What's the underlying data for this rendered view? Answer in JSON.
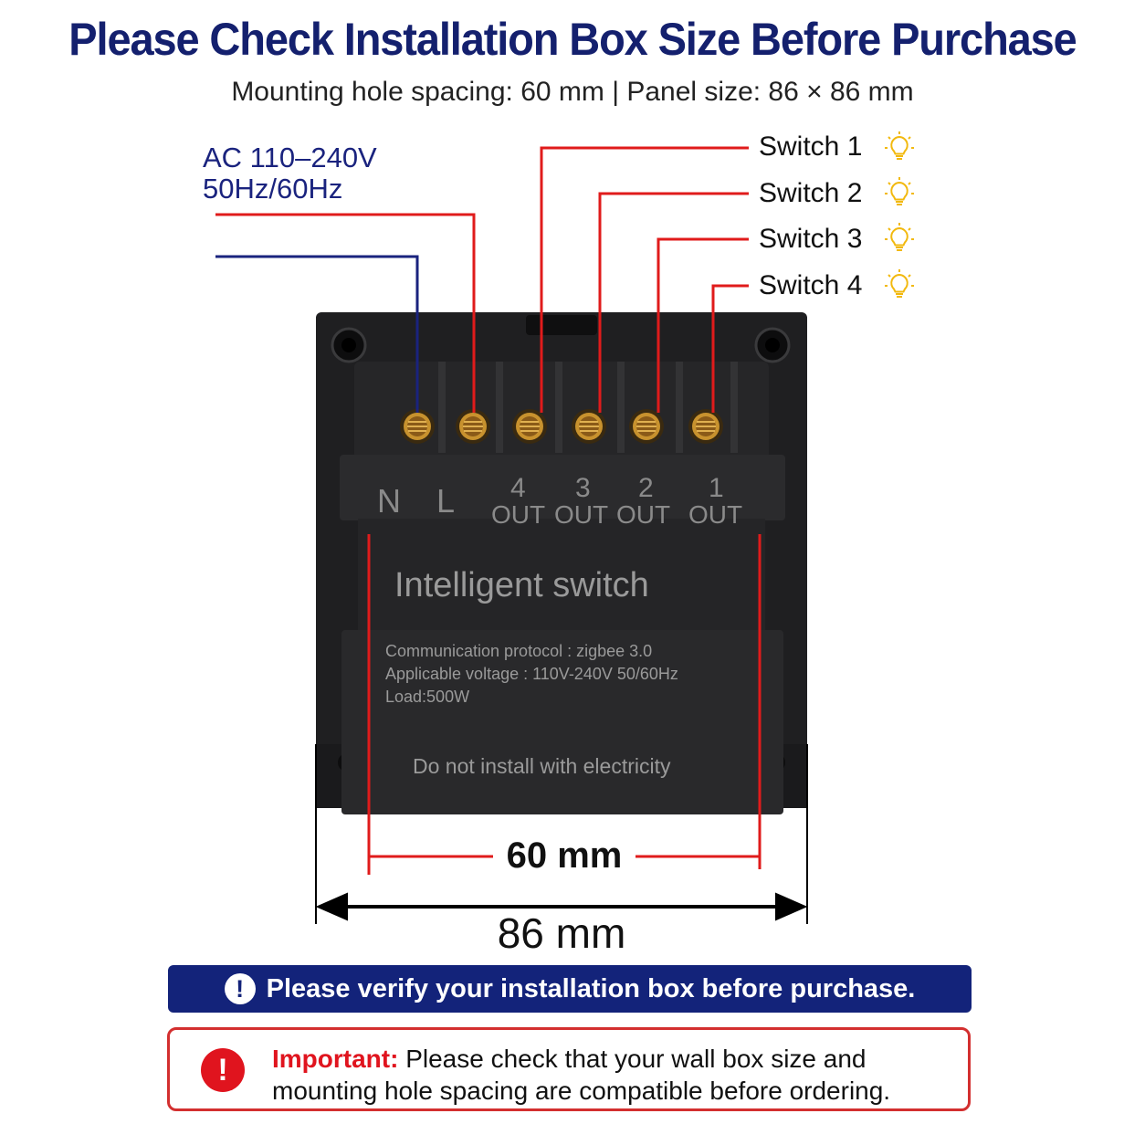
{
  "title": "Please Check Installation Box Size Before Purchase",
  "subtitle": "Mounting hole spacing: 60 mm  |  Panel size: 86 × 86 mm",
  "power": {
    "line1": "AC 110–240V",
    "line2": "50Hz/60Hz"
  },
  "switches": [
    {
      "label": "Switch 1",
      "icon": "lightbulb-icon"
    },
    {
      "label": "Switch 2",
      "icon": "lightbulb-icon"
    },
    {
      "label": "Switch 3",
      "icon": "lightbulb-icon"
    },
    {
      "label": "Switch 4",
      "icon": "lightbulb-icon"
    }
  ],
  "terminals": {
    "n": "N",
    "l": "L",
    "out4_num": "4",
    "out3_num": "3",
    "out2_num": "2",
    "out1_num": "1",
    "out_label": "OUT"
  },
  "device": {
    "name": "Intelligent switch",
    "spec1": "Communication protocol : zigbee 3.0",
    "spec2": "Applicable voltage : 110V-240V 50/60Hz",
    "spec3": "Load:500W",
    "warning": "Do not install with electricity"
  },
  "dimensions": {
    "hole_spacing": "60 mm",
    "panel_width": "86 mm"
  },
  "banner": {
    "icon": "exclamation-icon",
    "text": "Please verify your installation box before purchase."
  },
  "notice": {
    "icon": "alert-icon",
    "label": "Important:",
    "text_line1": " Please check that your wall box size and",
    "text_line2": "mounting hole spacing are compatible before ordering."
  },
  "colors": {
    "navy": "#14206e",
    "red_wire": "#e01b1b",
    "blue_wire": "#1a237e",
    "bulb": "#f2b90f",
    "device": "#1c1c1e"
  }
}
